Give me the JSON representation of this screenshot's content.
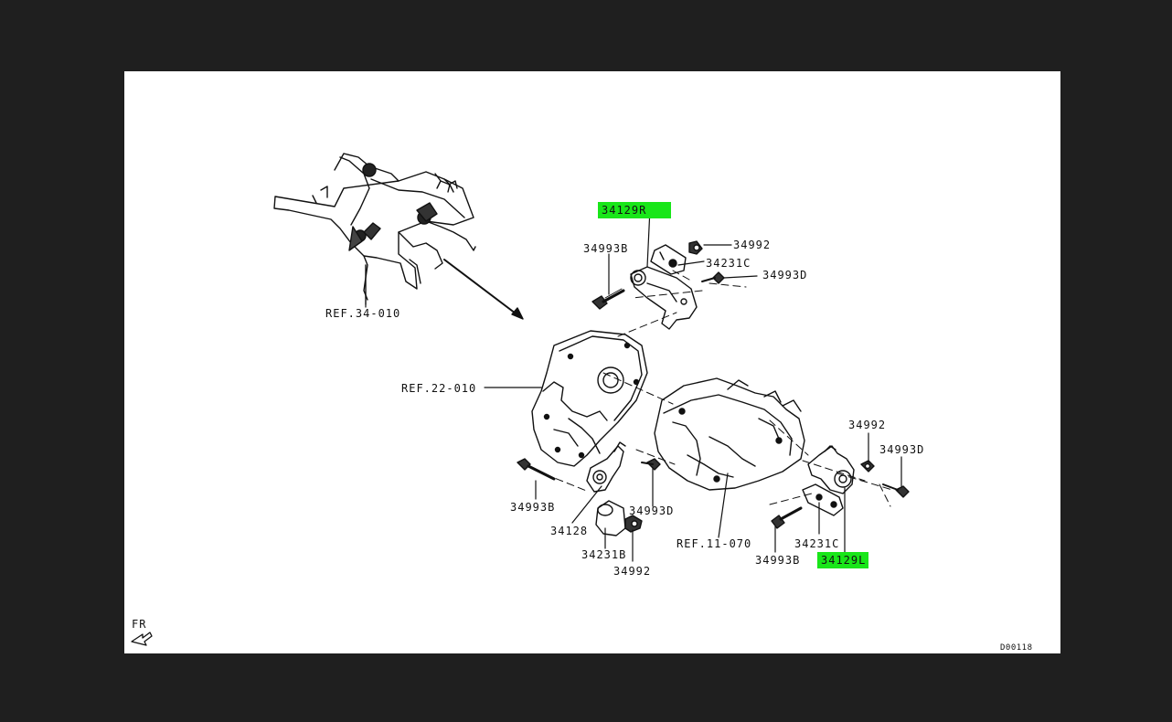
{
  "diagram": {
    "highlight_color": "#19e619",
    "labels": {
      "ref_34_010": "REF.34-010",
      "ref_22_010": "REF.22-010",
      "ref_11_070": "REF.11-070",
      "part_34129R": "34129R",
      "part_34129L": "34129L",
      "part_34993B_top": "34993B",
      "part_34992_top": "34992",
      "part_34231C_top": "34231C",
      "part_34993D_top": "34993D",
      "part_34993B_left": "34993B",
      "part_34128": "34128",
      "part_34993D_mid": "34993D",
      "part_34231B": "34231B",
      "part_34992_bottom": "34992",
      "part_34992_right": "34992",
      "part_34993D_right": "34993D",
      "part_34231C_right": "34231C",
      "part_34993B_right": "34993B"
    },
    "front_indicator": "FR",
    "diagram_code": "D00118"
  }
}
